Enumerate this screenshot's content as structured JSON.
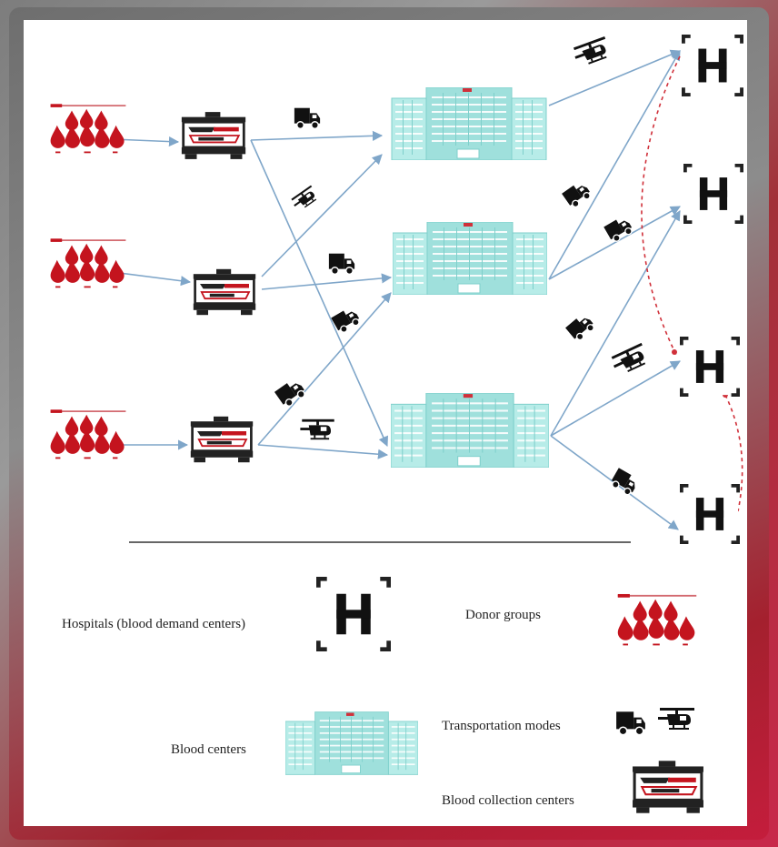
{
  "diagram": {
    "hospital_letter": "H"
  },
  "legend": {
    "hospitals_label": "Hospitals (blood demand centers)",
    "donor_label": "Donor groups",
    "blood_centers_label": "Blood centers",
    "transport_label": "Transportation modes",
    "collection_label": "Blood collection centers"
  },
  "colors": {
    "blood_red": "#c4141e",
    "building_teal": "#9fe0dc",
    "arrow_blue": "#7fa6c9",
    "dashed_red": "#d0303a"
  },
  "icons": [
    "blood-drop-icon",
    "collection-center-icon",
    "blood-center-building-icon",
    "hospital-icon",
    "truck-icon",
    "helicopter-icon"
  ]
}
